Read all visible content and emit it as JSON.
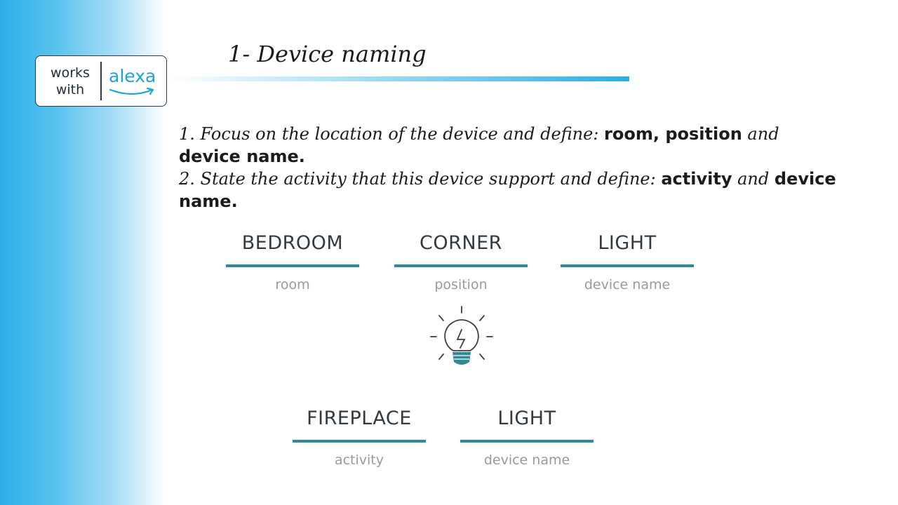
{
  "logo": {
    "works_with": "works with",
    "alexa": "alexa"
  },
  "title": "1- Device naming",
  "body": {
    "line1_prefix": "1. Focus on the location of the device and define: ",
    "line1_bold": "room, position",
    "line1_mid": " and ",
    "line1_bold2": "device name.",
    "line2_prefix": "2. State the activity that this device support and define: ",
    "line2_bold": "activity",
    "line2_mid": " and ",
    "line2_bold2": "device name."
  },
  "row1": [
    {
      "value": "BEDROOM",
      "label": "room"
    },
    {
      "value": "CORNER",
      "label": "position"
    },
    {
      "value": "LIGHT",
      "label": "device name"
    }
  ],
  "row2": [
    {
      "value": "FIREPLACE",
      "label": "activity"
    },
    {
      "value": "LIGHT",
      "label": "device name"
    }
  ],
  "colors": {
    "accent_blue": "#2aaee6",
    "teal_line": "#2e8a94",
    "logo_alexa": "#1fa3da"
  },
  "icons": {
    "logo_smile": "alexa-smile-icon",
    "bulb": "lightbulb-icon"
  }
}
